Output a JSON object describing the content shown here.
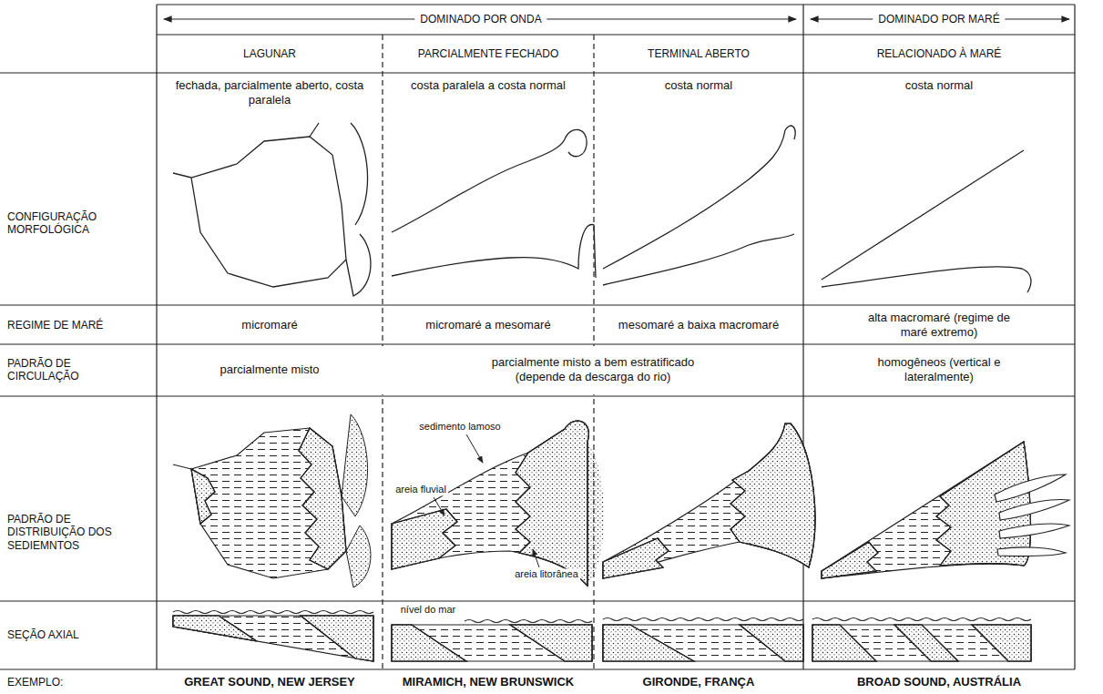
{
  "diagram": {
    "labels": [
      "DOMINADO POR ONDA",
      "DOMINADO POR MARÉ",
      "LAGUNAR",
      "PARCIALMENTE FECHADO",
      "TERMINAL ABERTO",
      "RELACIONADO À MARÉ",
      "CONFIGURAÇÃO MORFOLÓGICA",
      "fechada, parcialmente aberto, costa paralela",
      "costa paralela a costa normal",
      "costa normal",
      "costa normal",
      "REGIME DE MARÉ",
      "micromaré",
      "micromaré a mesomaré",
      "mesomaré a baixa macromaré",
      "alta macromaré (regime de maré extremo)",
      "PADRÃO DE CIRCULAÇÃO",
      "parcialmente misto",
      "parcialmente misto a bem estratificado (depende da descarga do rio)",
      "homogêneos (vertical e lateralmente)",
      "PADRÃO DE DISTRIBUIÇÃO DOS SEDIEMNTOS",
      "sedimento lamoso",
      "areia fluvial",
      "areia litorânea",
      "SEÇÃO AXIAL",
      "nível do mar",
      "EXEMPLO:",
      "GREAT SOUND, NEW JERSEY",
      "MIRAMICH, NEW BRUNSWICK",
      "GIRONDE, FRANÇA",
      "BROAD SOUND, AUSTRÁLIA"
    ]
  }
}
